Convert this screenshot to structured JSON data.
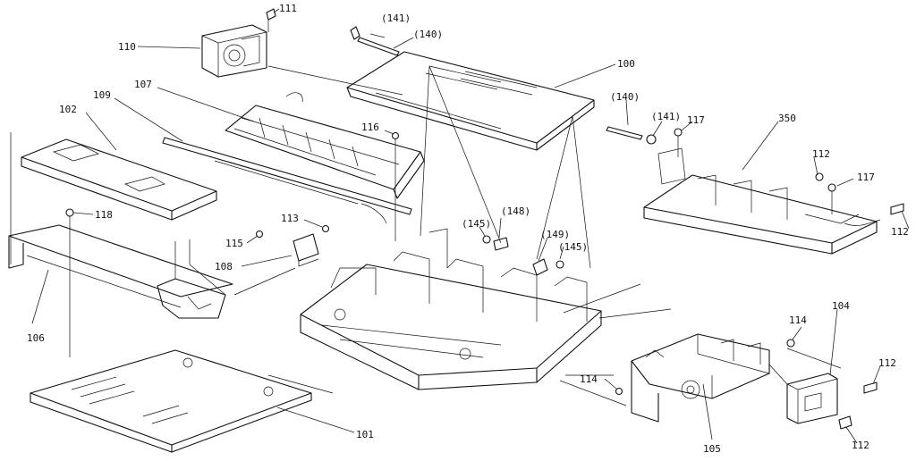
{
  "labels": {
    "l100": "100",
    "l101": "101",
    "l102": "102",
    "l104": "104",
    "l105": "105",
    "l106": "106",
    "l107": "107",
    "l108": "108",
    "l109": "109",
    "l110": "110",
    "l111": "111",
    "l112a": "112",
    "l112b": "112",
    "l112c": "112",
    "l112d": "112",
    "l113": "113",
    "l114a": "114",
    "l114b": "114",
    "l115": "115",
    "l116": "116",
    "l117a": "117",
    "l117b": "117",
    "l118": "118",
    "l140a": "(140)",
    "l140b": "(140)",
    "l141a": "(141)",
    "l141b": "(141)",
    "l145a": "(145)",
    "l145b": "(145)",
    "l148": "(148)",
    "l149": "(149)",
    "l350": "350"
  }
}
